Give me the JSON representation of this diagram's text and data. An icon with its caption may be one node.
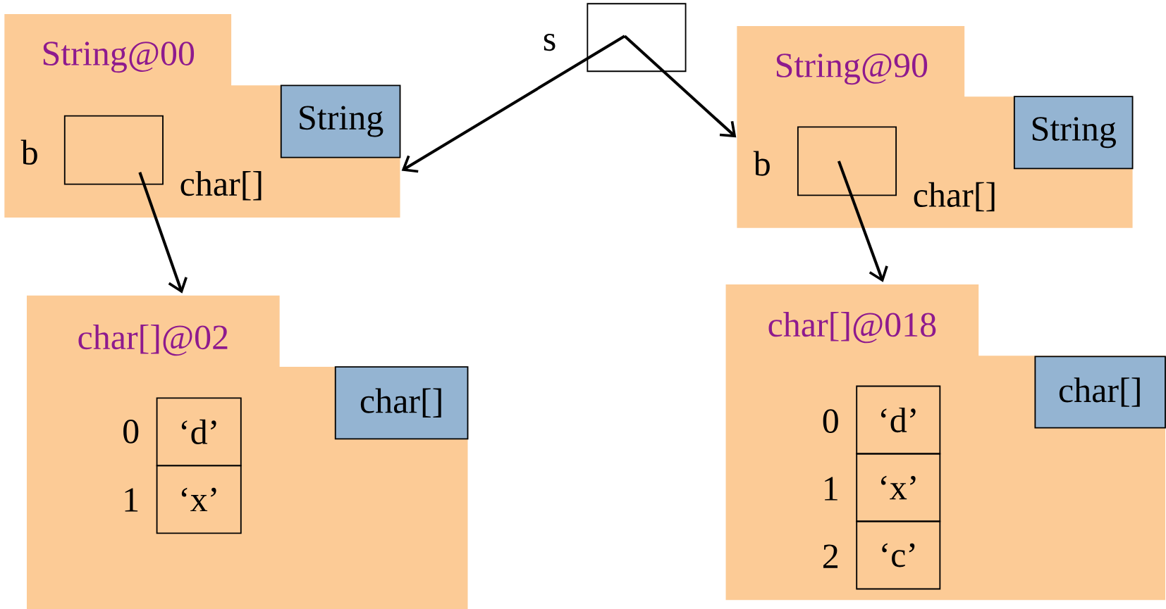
{
  "diagram": {
    "nodes": [
      {
        "text": [
          "String@00"
        ]
      },
      {
        "text": [
          "String"
        ],
        "in": 0
      },
      {
        "text": [],
        "shape": "box",
        "in": 0,
        "beside": [
          "b",
          "char[]"
        ]
      },
      {
        "text": [
          "char[]@02"
        ]
      },
      {
        "text": [
          "char[]"
        ],
        "in": 3
      },
      {
        "text": [
          "‘d’"
        ],
        "in": 3,
        "beside": [
          "0"
        ]
      },
      {
        "text": [
          "‘x’"
        ],
        "in": 3,
        "beside": [
          "1"
        ]
      },
      {
        "text": [],
        "shape": "box",
        "beside": [
          "s"
        ]
      },
      {
        "text": [
          "String@90"
        ]
      },
      {
        "text": [
          "String"
        ],
        "in": 8
      },
      {
        "text": [],
        "shape": "box",
        "in": 8,
        "beside": [
          "b",
          "char[]"
        ]
      },
      {
        "text": [
          "char[]@018"
        ]
      },
      {
        "text": [
          "char[]"
        ],
        "in": 11
      },
      {
        "text": [
          "‘d’"
        ],
        "in": 11,
        "beside": [
          "0"
        ]
      },
      {
        "text": [
          "‘x’"
        ],
        "in": 11,
        "beside": [
          "1"
        ]
      },
      {
        "text": [
          "‘c’"
        ],
        "in": 11,
        "beside": [
          "2"
        ]
      }
    ],
    "edges": [
      {
        "from": 7,
        "to": 0,
        "arrow": "to"
      },
      {
        "from": 7,
        "to": 8,
        "arrow": "to"
      },
      {
        "from": 2,
        "to": 3,
        "arrow": "to"
      },
      {
        "from": 10,
        "to": 11,
        "arrow": "to"
      }
    ]
  }
}
